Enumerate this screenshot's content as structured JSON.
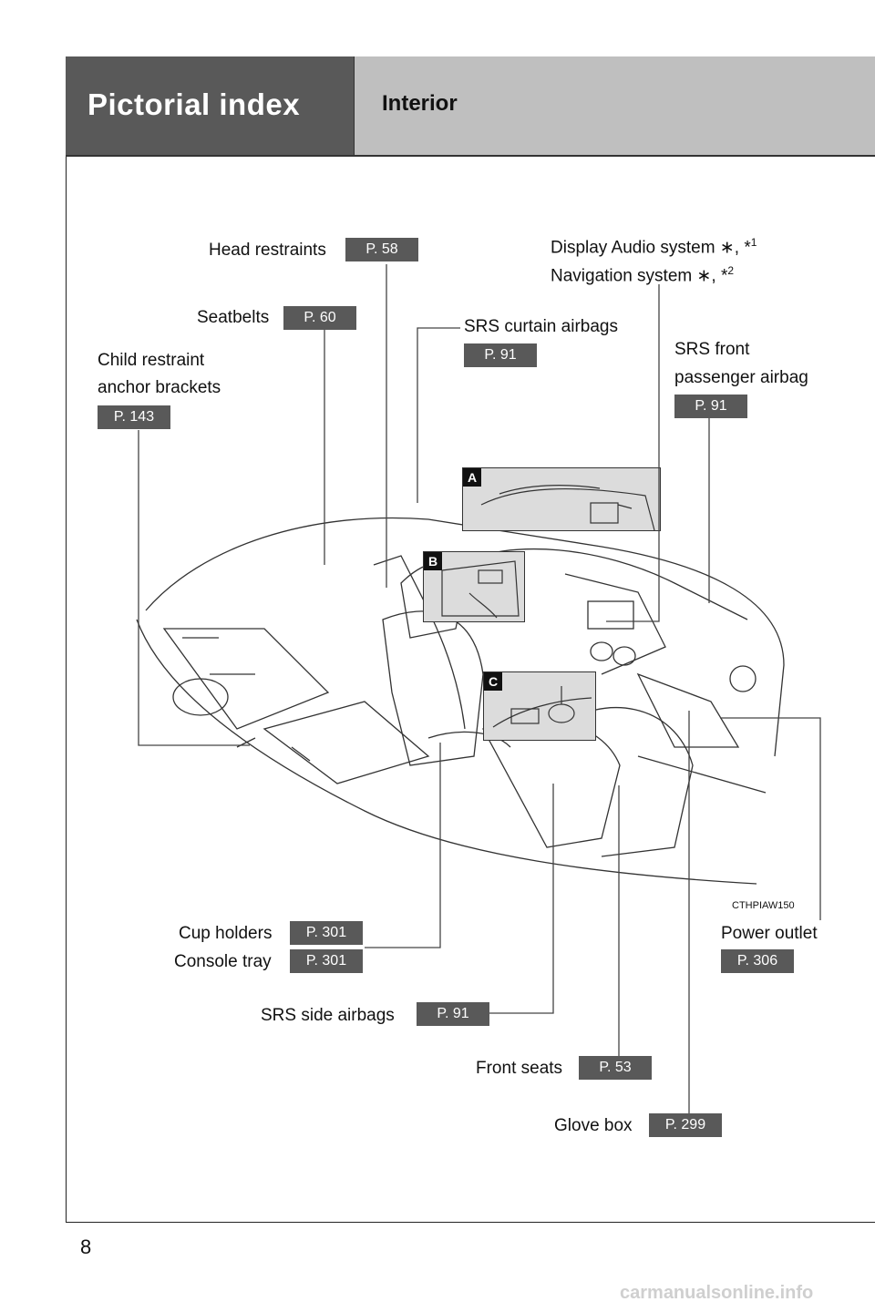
{
  "header": {
    "section": "Pictorial index",
    "subsection": "Interior"
  },
  "labels": {
    "head_restraints": {
      "text": "Head restraints",
      "ref": "P. 58"
    },
    "seatbelts": {
      "text": "Seatbelts",
      "ref": "P. 60"
    },
    "child_restraint_line1": "Child restraint",
    "child_restraint_line2": "anchor brackets",
    "child_restraint_ref": "P. 143",
    "display_audio": "Display Audio system ∗, *",
    "display_audio_sup": "1",
    "navigation": "Navigation system ∗, *",
    "navigation_sup": "2",
    "srs_curtain": {
      "text": "SRS curtain airbags",
      "ref": "P. 91"
    },
    "srs_front_line1": "SRS front",
    "srs_front_line2": "passenger airbag",
    "srs_front_ref": "P. 91",
    "cup_holders": {
      "text": "Cup holders",
      "ref": "P. 301"
    },
    "console_tray": {
      "text": "Console tray",
      "ref": "P. 301"
    },
    "srs_side": {
      "text": "SRS side airbags",
      "ref": "P. 91"
    },
    "front_seats": {
      "text": "Front seats",
      "ref": "P. 53"
    },
    "glove_box": {
      "text": "Glove box",
      "ref": "P. 299"
    },
    "power_outlet": {
      "text": "Power outlet",
      "ref": "P. 306"
    }
  },
  "insets": {
    "a": "A",
    "b": "B",
    "c": "C"
  },
  "figure_code": "CTHPIAW150",
  "page_number": "8",
  "watermark": "carmanualsonline.info"
}
